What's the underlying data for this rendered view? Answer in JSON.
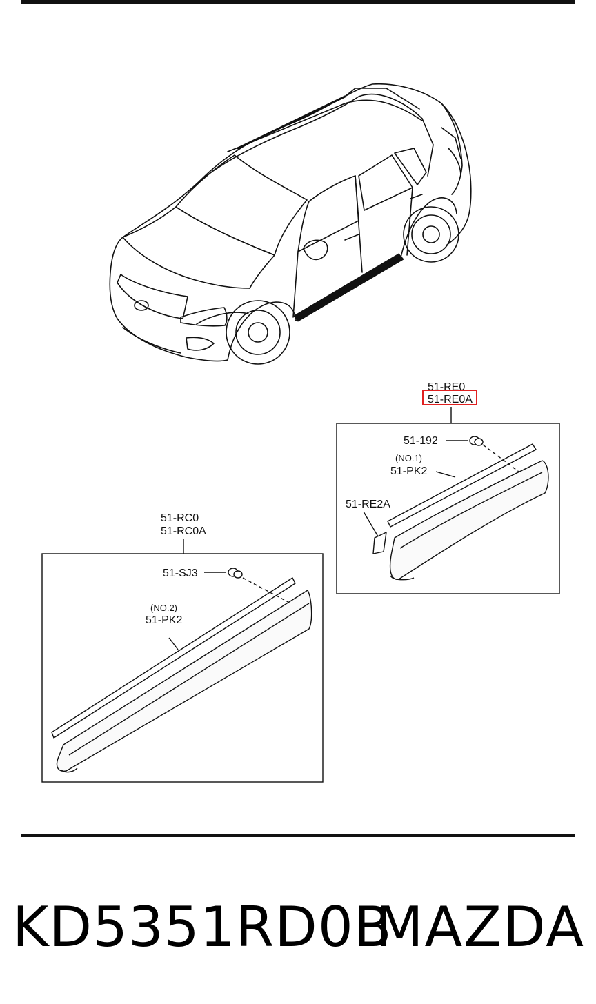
{
  "labels": {
    "front_molding_part": "51-RE0",
    "front_molding_part_alt": "51-RE0A",
    "front_clip": "51-192",
    "front_no": "(NO.1)",
    "front_pk": "51-PK2",
    "front_tape": "51-RE2A",
    "rear_molding_part": "51-RC0",
    "rear_molding_part_alt": "51-RC0A",
    "rear_clip": "51-SJ3",
    "rear_no": "(NO.2)",
    "rear_pk": "51-PK2"
  },
  "footer": {
    "part_number": "KD5351RD0B",
    "brand": "MAZDA"
  },
  "colors": {
    "line": "#111111",
    "highlight_box": "#e02020"
  }
}
